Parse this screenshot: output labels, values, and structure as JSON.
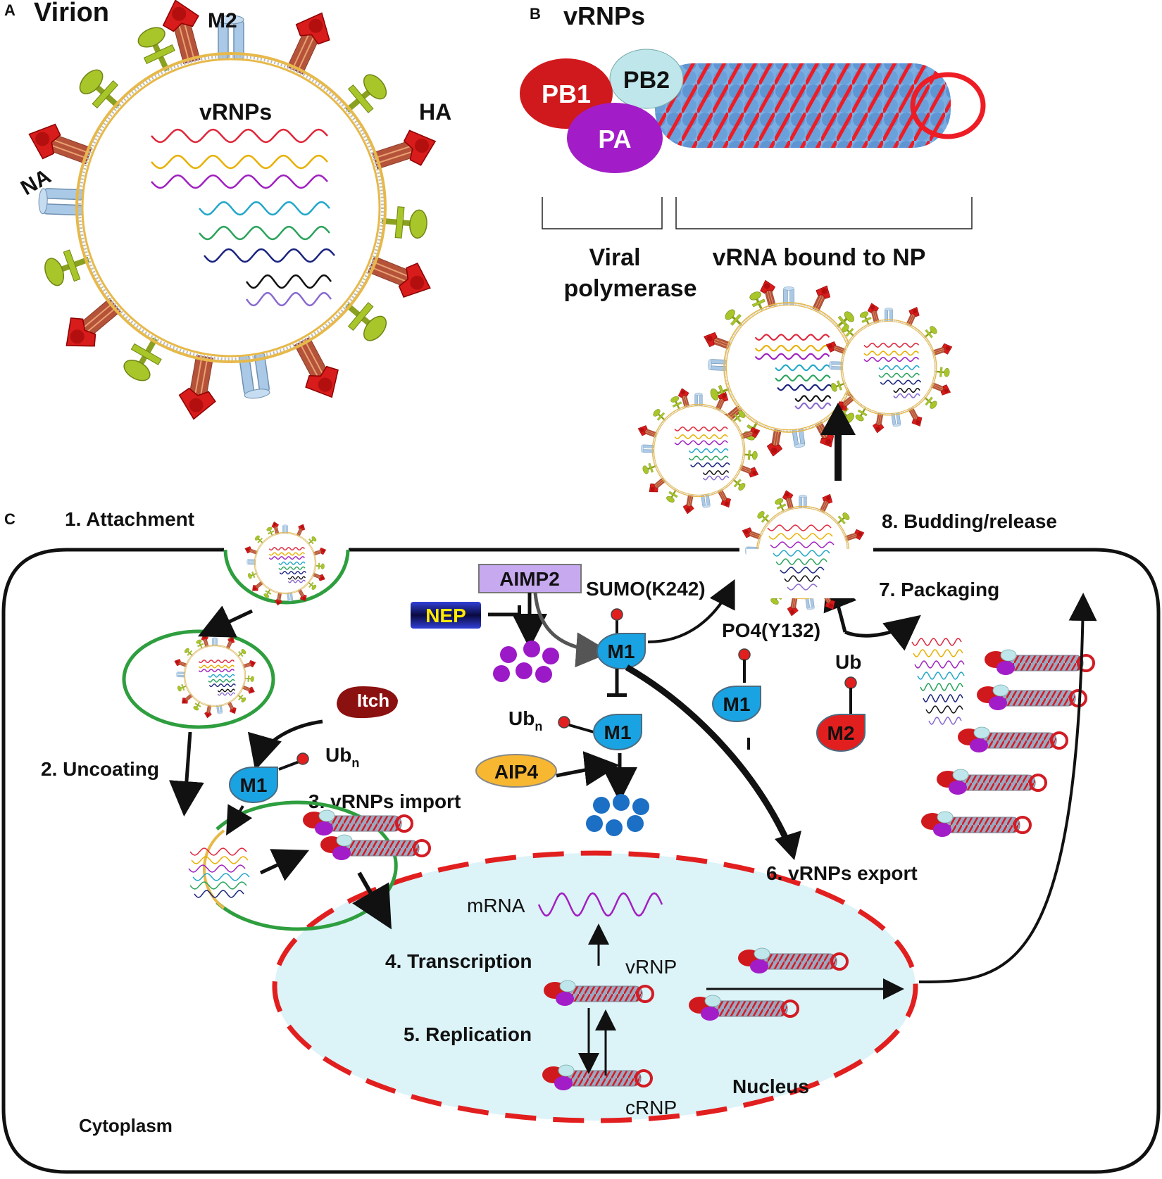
{
  "panels": {
    "a": {
      "letter": "A",
      "title": "Virion",
      "labels": {
        "m2": "M2",
        "ha": "HA",
        "na": "NA",
        "vrnps": "vRNPs"
      }
    },
    "b": {
      "letter": "B",
      "title": "vRNPs",
      "proteins": {
        "pb1": "PB1",
        "pb2": "PB2",
        "pa": "PA"
      },
      "brackets": {
        "polymerase_1": "Viral",
        "polymerase_2": "polymerase",
        "vrna": "vRNA bound to NP"
      }
    },
    "c": {
      "letter": "C"
    }
  },
  "steps": {
    "s1": "1. Attachment",
    "s2": "2. Uncoating",
    "s3": "3. vRNPs import",
    "s4": "4. Transcription",
    "s5": "5. Replication",
    "s6": "6. vRNPs export",
    "s7": "7. Packaging",
    "s8": "8. Budding/release"
  },
  "factors": {
    "aimp2": "AIMP2",
    "nep": "NEP",
    "sumo": "SUMO(K242)",
    "po4": "PO4(Y132)",
    "ub": "Ub",
    "ubn_base": "Ub",
    "ubn_sub": "n",
    "itch": "Itch",
    "aip4": "AIP4",
    "m1": "M1",
    "m2": "M2"
  },
  "compartments": {
    "mrna": "mRNA",
    "vrnp": "vRNP",
    "crnp": "cRNP",
    "nucleus": "Nucleus",
    "cytoplasm": "Cytoplasm"
  },
  "colors": {
    "ha": "#d81b1b",
    "ha_stalk": "#b5533a",
    "na": "#a8c62a",
    "m2": "#a9c9e6",
    "membrane": "#e7b94a",
    "pb1": "#d0191c",
    "pb2": "#bfe6ea",
    "pa": "#a21dc8",
    "np": "#6a9fd8",
    "m1": "#1aa3e2",
    "nucleus_fill": "#dcf3f8",
    "nucleus_border": "#e21f1f",
    "endosome": "#2e9e3e",
    "aimp2": "#c7a9ef",
    "aip4": "#f7b731",
    "itch": "#8b1010",
    "degradation_purple": "#9b19c6",
    "degradation_blue": "#1b6fc4"
  },
  "rna_colors": [
    "#e0263a",
    "#e8b000",
    "#a020c0",
    "#22a7c9",
    "#2aa35c",
    "#1a237e",
    "#111111",
    "#8a6ad0"
  ]
}
